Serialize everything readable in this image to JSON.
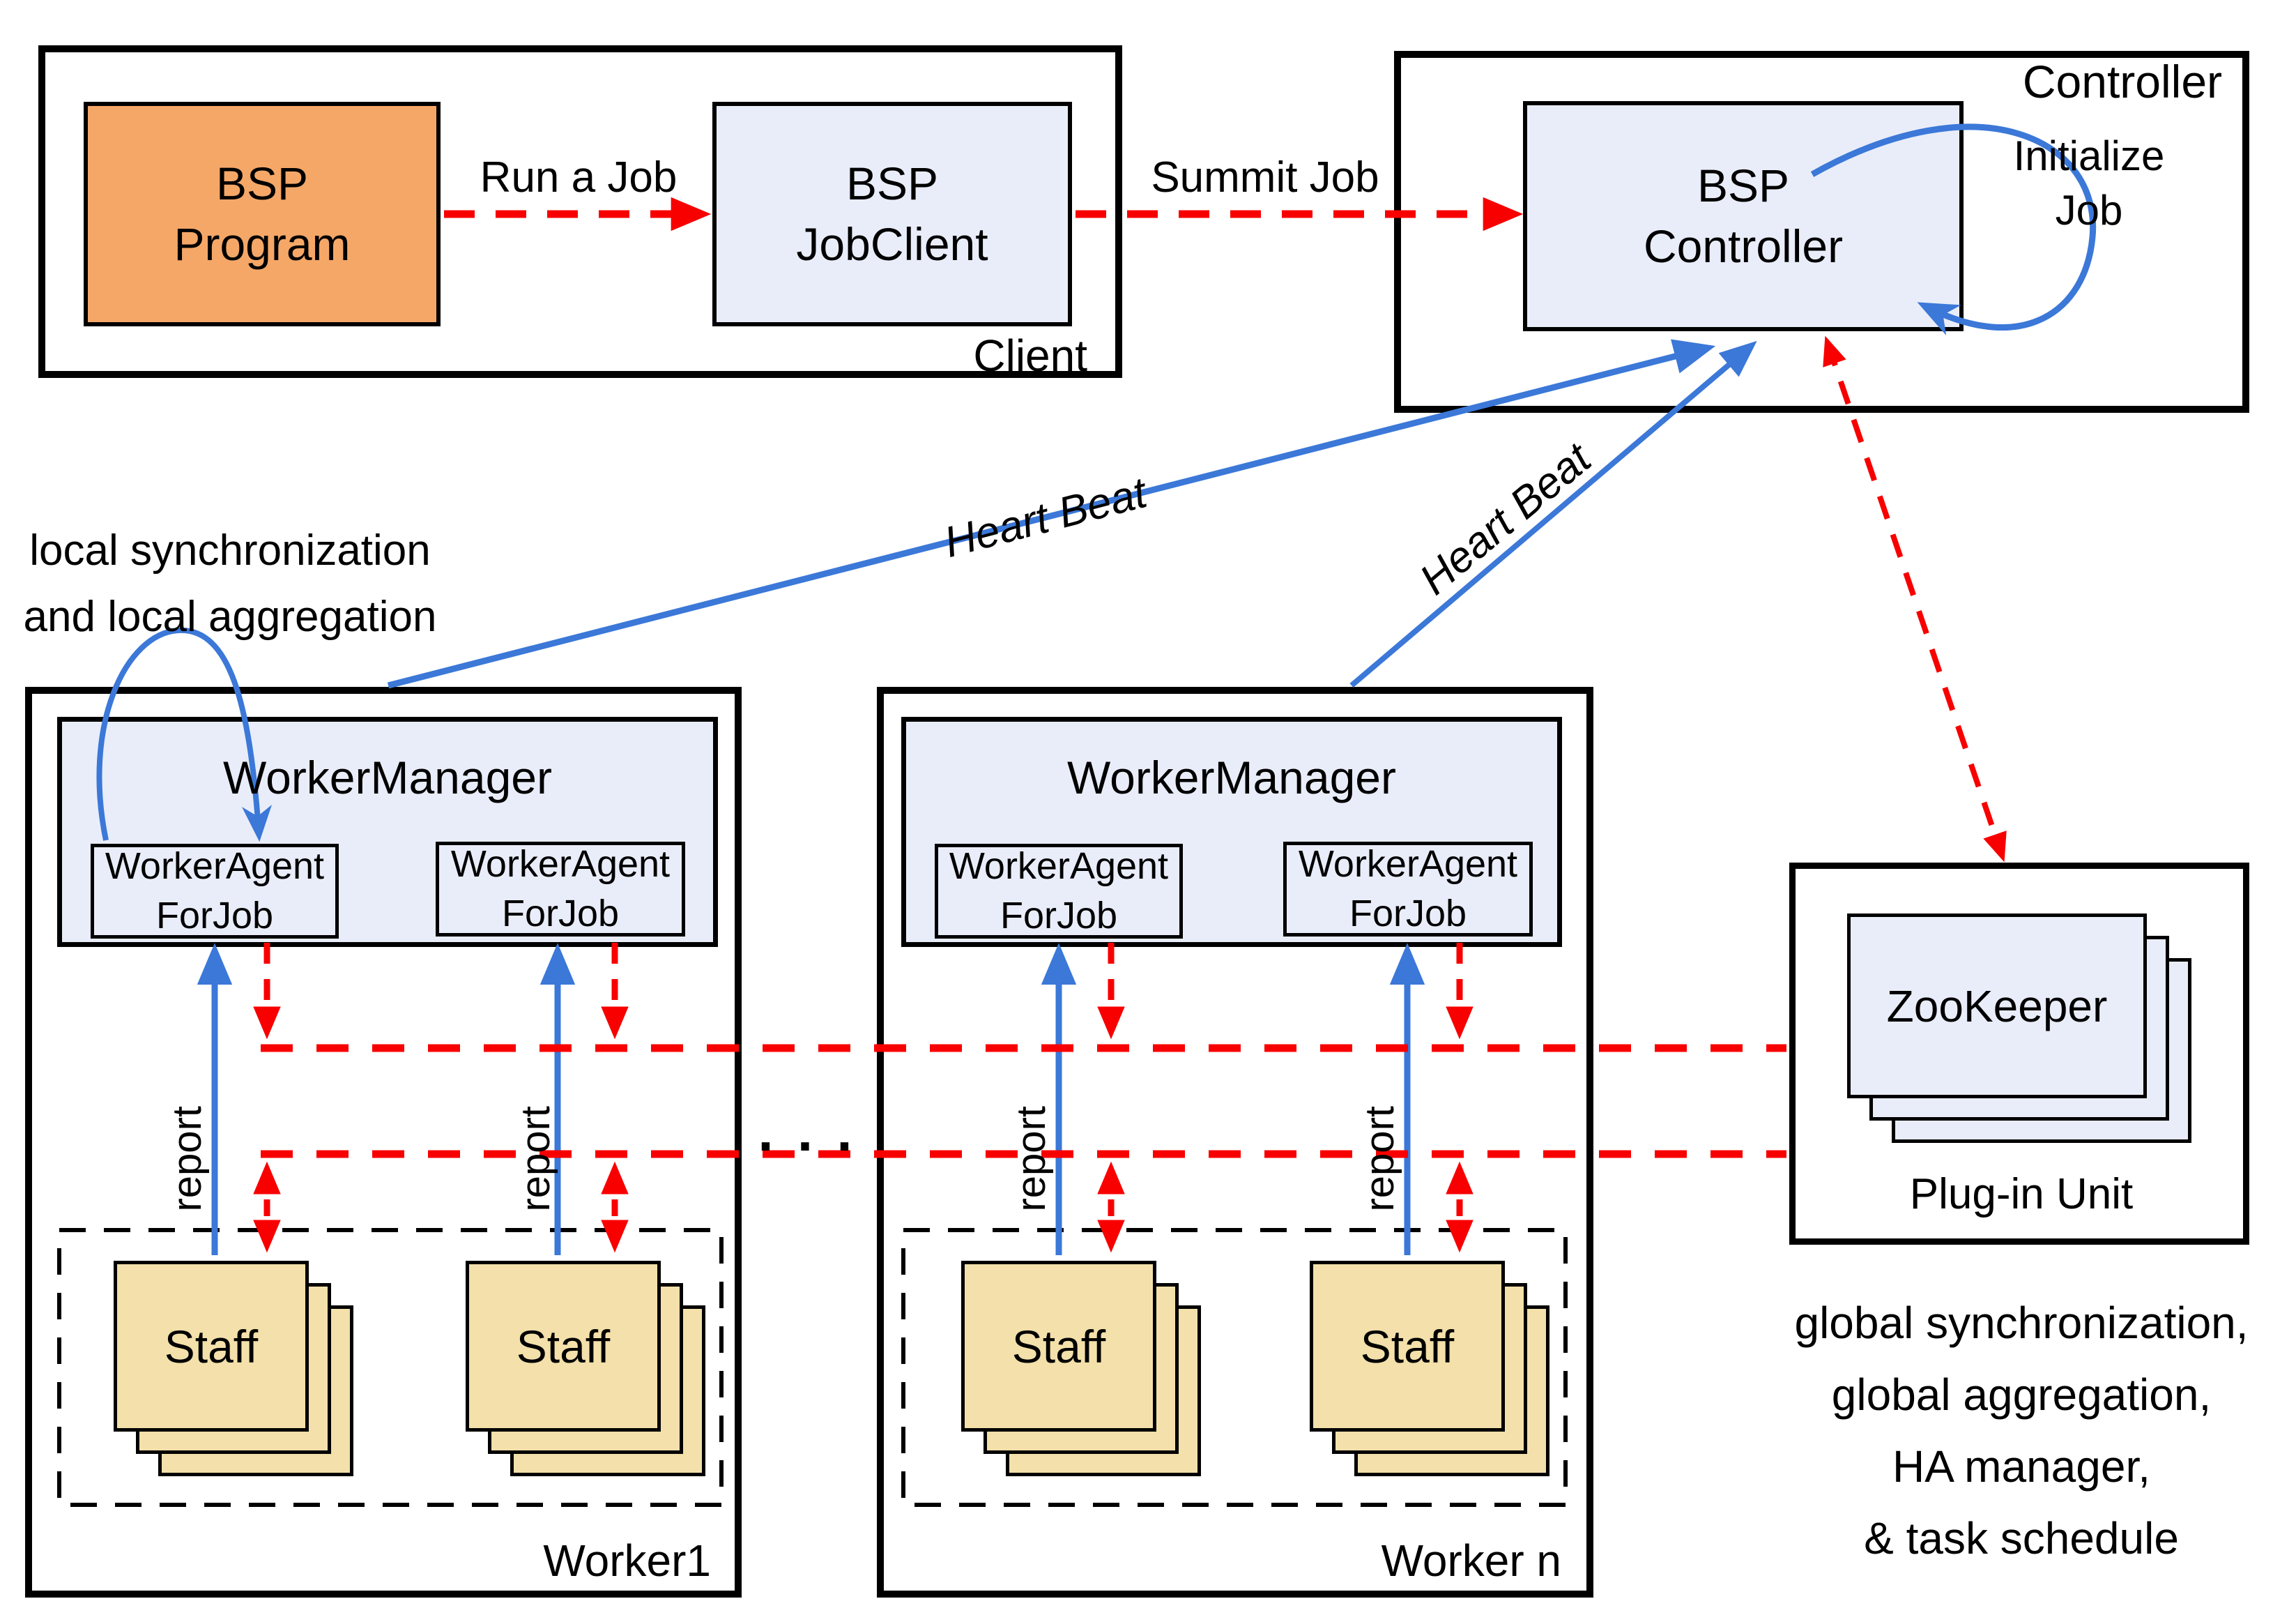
{
  "colors": {
    "arrow_red": "#F80000",
    "arrow_blue": "#3B78D8",
    "box_fill_light_blue": "#E9EDF9",
    "box_fill_orange": "#F5A767",
    "box_fill_tan": "#F3E0AA",
    "line_black": "#000000"
  },
  "client": {
    "label": "Client",
    "program_label": "BSP\nProgram",
    "jobclient_label": "BSP\nJobClient"
  },
  "controller": {
    "label": "Controller",
    "bsp_controller_label": "BSP\nController",
    "initialize_label": "Initialize\nJob"
  },
  "connections": {
    "run_a_job": "Run a Job",
    "summit_job": "Summit Job",
    "heart_beat": "Heart Beat",
    "report": "report"
  },
  "notes": {
    "local": "local synchronization\nand local aggregation",
    "global": "global synchronization,\nglobal aggregation,\nHA manager,\n& task schedule"
  },
  "workers": [
    {
      "name": "Worker1",
      "manager_label": "WorkerManager",
      "agent_label": "WorkerAgent\nForJob",
      "staff_label": "Staff"
    },
    {
      "name": "Worker n",
      "manager_label": "WorkerManager",
      "agent_label": "WorkerAgent\nForJob",
      "staff_label": "Staff"
    }
  ],
  "plugin": {
    "label": "Plug-in Unit",
    "zookeeper_label": "ZooKeeper"
  },
  "ellipsis": ". . ."
}
